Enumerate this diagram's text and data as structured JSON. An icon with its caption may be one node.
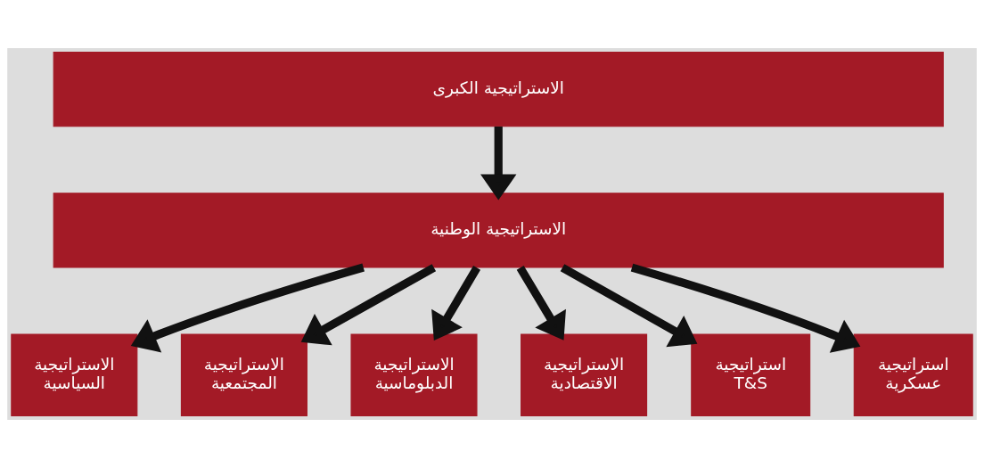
{
  "diagram": {
    "nodes": [
      {
        "text": [
          "الاستراتيجية الكبرى"
        ]
      },
      {
        "text": [
          "الاستراتيجية الوطنية"
        ]
      },
      {
        "text": [
          "الاستراتيجية",
          "السياسية"
        ]
      },
      {
        "text": [
          "الاستراتيجية",
          "المجتمعية"
        ]
      },
      {
        "text": [
          "الاستراتيجية",
          "الدبلوماسية"
        ]
      },
      {
        "text": [
          "الاستراتيجية",
          "الاقتصادية"
        ]
      },
      {
        "text": [
          "استراتيجية",
          "T&S"
        ]
      },
      {
        "text": [
          "استراتيجية",
          "عسكرية"
        ]
      }
    ],
    "edges": [
      {
        "from": 0,
        "to": 1,
        "arrow": "to"
      },
      {
        "from": 1,
        "to": 2,
        "arrow": "to"
      },
      {
        "from": 1,
        "to": 3,
        "arrow": "to"
      },
      {
        "from": 1,
        "to": 4,
        "arrow": "to"
      },
      {
        "from": 1,
        "to": 5,
        "arrow": "to"
      },
      {
        "from": 1,
        "to": 6,
        "arrow": "to"
      },
      {
        "from": 1,
        "to": 7,
        "arrow": "to"
      }
    ]
  }
}
